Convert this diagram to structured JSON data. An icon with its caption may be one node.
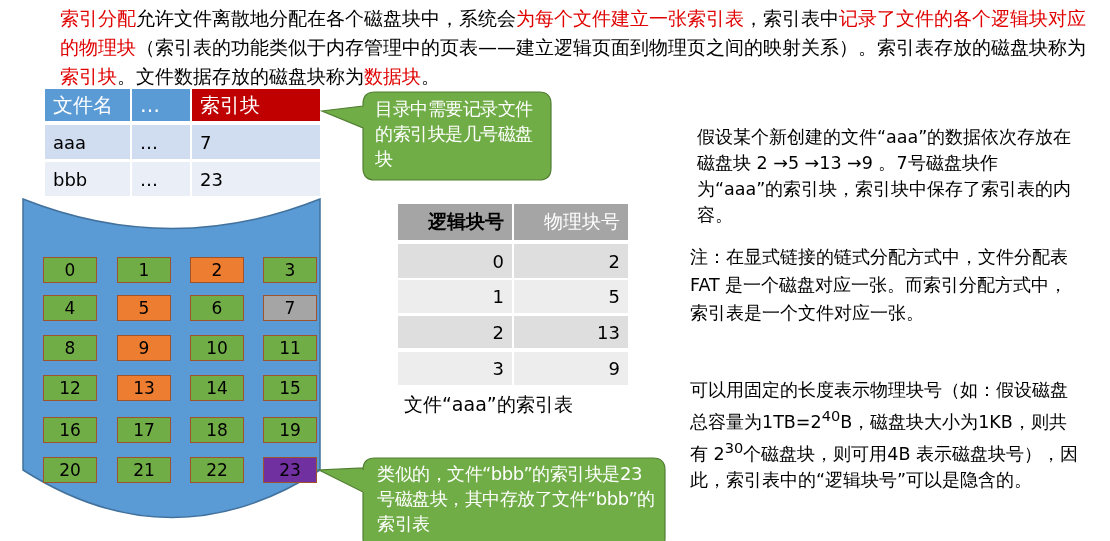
{
  "diagram": {
    "nodes": [
      {
        "text": [],
        "shape": "cylinder"
      },
      {
        "text": [
          "0"
        ],
        "in": 0
      },
      {
        "text": [
          "1"
        ],
        "in": 0
      },
      {
        "text": [
          "2"
        ],
        "in": 0
      },
      {
        "text": [
          "3"
        ],
        "in": 0
      },
      {
        "text": [
          "4"
        ],
        "in": 0
      },
      {
        "text": [
          "5"
        ],
        "in": 0
      },
      {
        "text": [
          "6"
        ],
        "in": 0
      },
      {
        "text": [
          "7"
        ],
        "in": 0
      },
      {
        "text": [
          "8"
        ],
        "in": 0
      },
      {
        "text": [
          "9"
        ],
        "in": 0
      },
      {
        "text": [
          "10"
        ],
        "in": 0
      },
      {
        "text": [
          "11"
        ],
        "in": 0
      },
      {
        "text": [
          "12"
        ],
        "in": 0
      },
      {
        "text": [
          "13"
        ],
        "in": 0
      },
      {
        "text": [
          "14"
        ],
        "in": 0
      },
      {
        "text": [
          "15"
        ],
        "in": 0
      },
      {
        "text": [
          "16"
        ],
        "in": 0
      },
      {
        "text": [
          "17"
        ],
        "in": 0
      },
      {
        "text": [
          "18"
        ],
        "in": 0
      },
      {
        "text": [
          "19"
        ],
        "in": 0
      },
      {
        "text": [
          "20"
        ],
        "in": 0
      },
      {
        "text": [
          "21"
        ],
        "in": 0
      },
      {
        "text": [
          "22"
        ],
        "in": 0
      },
      {
        "text": [
          "23"
        ],
        "in": 0
      },
      {
        "text": [
          "目录中需要记录文件的索引块是几号磁盘块"
        ]
      },
      {
        "text": [
          "类似的，文件“bbb”的索引块是23号磁盘块，其中存放了文件“bbb”的索引表"
        ]
      }
    ],
    "labels": [
      "**索引分配**允许文件离散地分配在各个磁盘块中，系统会**为每个文件建立一张索引表**，索引表中**记录了文件的各个逻辑块对应的物理块**（索引表的功能类似于内存管理中的页表——建立逻辑页面到物理页之间的映射关系）。索引表存放的磁盘块称为**索引块**。文件数据存放的磁盘块称为**数据块**。",
      "文件名",
      "…",
      "索引块",
      "aaa",
      "…",
      "7",
      "bbb",
      "…",
      "23",
      "逻辑块号",
      "物理块号",
      "0",
      "2",
      "1",
      "5",
      "2",
      "13",
      "3",
      "9",
      "文件“aaa”的索引表",
      "假设某个新创建的文件“aaa”的数据依次存放在磁盘块 2 →5 →13 →9 。7号磁盘块作为“aaa”的索引块，索引块中保存了索引表的内容。",
      "注：在显式链接的链式分配方式中，文件分配表FAT 是一个磁盘对应一张。而索引分配方式中，索引表是一个文件对应一张。",
      "可以用固定的长度表示物理块号（如：假设磁盘总容量为1TB=2$^{40}$B，磁盘块大小为1KB，则共有 2$^{30}$个磁盘块，则可用4B 表示磁盘块号），因此，索引表中的“逻辑块号”可以是隐含的。"
    ]
  }
}
